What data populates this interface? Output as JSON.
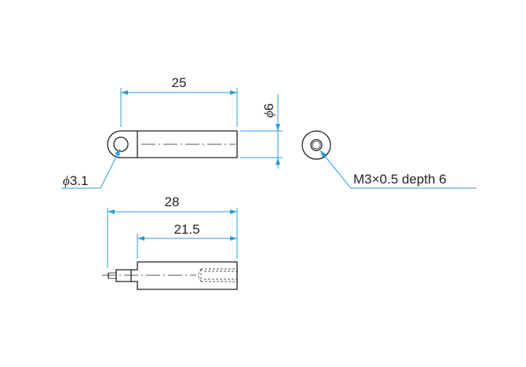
{
  "dimensions": {
    "length_top": "25",
    "diameter_outer": "6",
    "diameter_outer_symbol": "ϕ",
    "hole_diameter": "3.1",
    "hole_diameter_symbol": "ϕ",
    "thread_callout": "M3×0.5 depth 6",
    "length_bottom_total": "28",
    "length_bottom_body": "21.5"
  },
  "colors": {
    "dimension_line": "#2a9fd8",
    "outline": "#231f20",
    "background": "#ffffff"
  }
}
